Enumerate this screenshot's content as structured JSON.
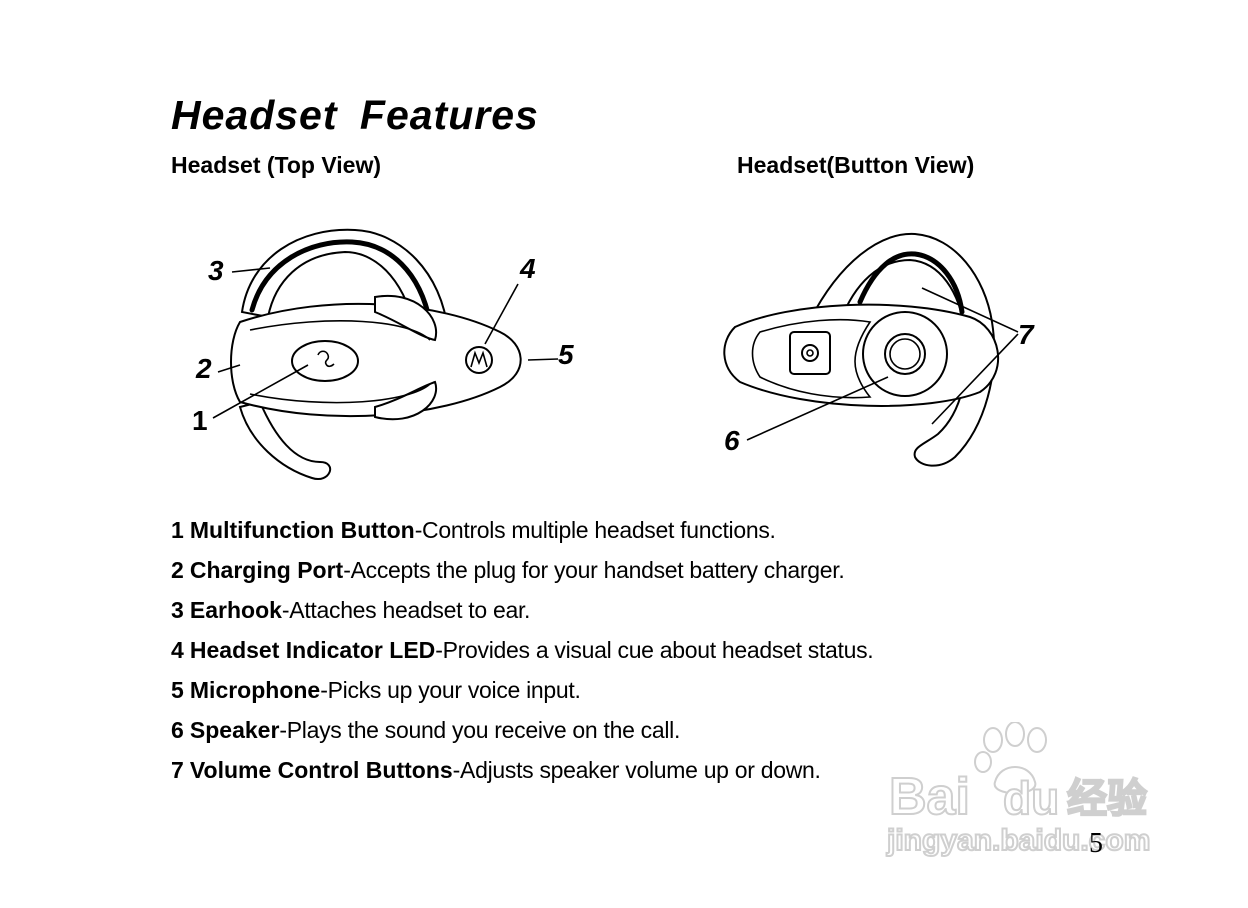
{
  "page": {
    "title": "Headset  Features",
    "page_number": "5"
  },
  "views": {
    "top": {
      "heading": "Headset (Top View)",
      "callouts": [
        "1",
        "2",
        "3",
        "4",
        "5"
      ]
    },
    "bottom": {
      "heading": "Headset(Button View)",
      "callouts": [
        "6",
        "7"
      ]
    }
  },
  "features": [
    {
      "num": "1",
      "name": "Multifunction Button",
      "desc": "-Controls multiple headset  functions."
    },
    {
      "num": "2",
      "name": "Charging Port",
      "desc": "-Accepts the plug for your handset battery charger."
    },
    {
      "num": "3",
      "name": "Earhook",
      "desc": "-Attaches headset to ear."
    },
    {
      "num": "4",
      "name": "Headset Indicator LED",
      "desc": "-Provides a visual cue about headset status."
    },
    {
      "num": "5",
      "name": "Microphone",
      "desc": "-Picks up your voice input."
    },
    {
      "num": "6",
      "name": "Speaker",
      "desc": "-Plays the sound you receive on the call."
    },
    {
      "num": "7",
      "name": "Volume Control Buttons",
      "desc": "-Adjusts speaker volume up or down."
    }
  ],
  "watermark": {
    "brand": "Bai du 经验",
    "site": "jingyan.baidu.com"
  }
}
